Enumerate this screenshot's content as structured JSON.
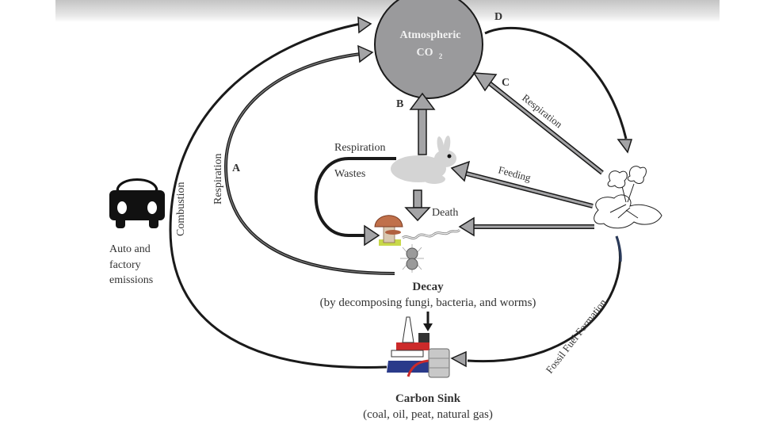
{
  "title": "Carbon Cycle",
  "colors": {
    "co2_circle": "#9a9a9c",
    "co2_text": "#f2f2f2",
    "arrow_fill": "#a4a4a6",
    "line": "#1a1a1a",
    "text": "#333333",
    "rabbit": "#d4d4d4",
    "mushroom_cap": "#c0704a"
  },
  "nodes": {
    "atmosphere": {
      "line1": "Atmospheric",
      "line2": "CO",
      "subscript": "2"
    },
    "auto": {
      "line1": "Auto and",
      "line2": "factory",
      "line3": "emissions"
    },
    "decay": {
      "title": "Decay",
      "subtitle": "(by decomposing fungi, bacteria, and worms)"
    },
    "carbon_sink": {
      "title": "Carbon Sink",
      "subtitle": "(coal, oil, peat, natural gas)"
    }
  },
  "markers": {
    "a": "A",
    "b": "B",
    "c": "C",
    "d": "D"
  },
  "labels": {
    "combustion": "Combustion",
    "respiration_a": "Respiration",
    "respiration_c": "Respiration",
    "respiration_animal": "Respiration",
    "wastes": "Wastes",
    "feeding": "Feeding",
    "death": "Death",
    "fossil_fuel": "Fossil Fuel Formation"
  },
  "icons": [
    "car-icon",
    "rabbit-icon",
    "plant-icon",
    "mushroom-icon",
    "worm-icon",
    "bacteria-icon",
    "oil-rig-icon",
    "oil-barrel-icon"
  ]
}
